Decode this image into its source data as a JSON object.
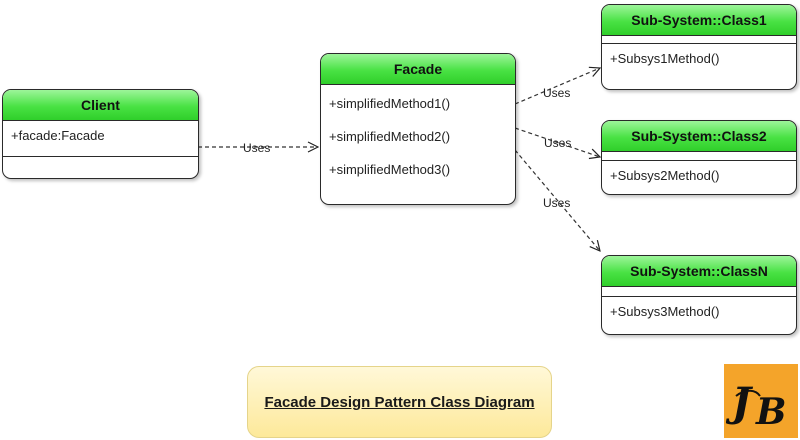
{
  "classes": {
    "client": {
      "name": "Client",
      "attributes": [
        "+facade:Facade"
      ],
      "operations": []
    },
    "facade": {
      "name": "Facade",
      "operations": [
        "+simplifiedMethod1()",
        "+simplifiedMethod2()",
        "+simplifiedMethod3()"
      ]
    },
    "class1": {
      "name": "Sub-System::Class1",
      "operations": [
        "+Subsys1Method()"
      ]
    },
    "class2": {
      "name": "Sub-System::Class2",
      "operations": [
        "+Subsys2Method()"
      ]
    },
    "classN": {
      "name": "Sub-System::ClassN",
      "operations": [
        "+Subsys3Method()"
      ]
    }
  },
  "relations": {
    "client_facade": "Uses",
    "facade_class1": "Uses",
    "facade_class2": "Uses",
    "facade_classN": "Uses"
  },
  "caption": "Facade Design Pattern Class Diagram",
  "logo": {
    "text": "JB",
    "background": "#f4a42a"
  },
  "colors": {
    "header_green": "#49e244",
    "caption_bg": "#fde99a",
    "border": "#2a2a2a"
  }
}
